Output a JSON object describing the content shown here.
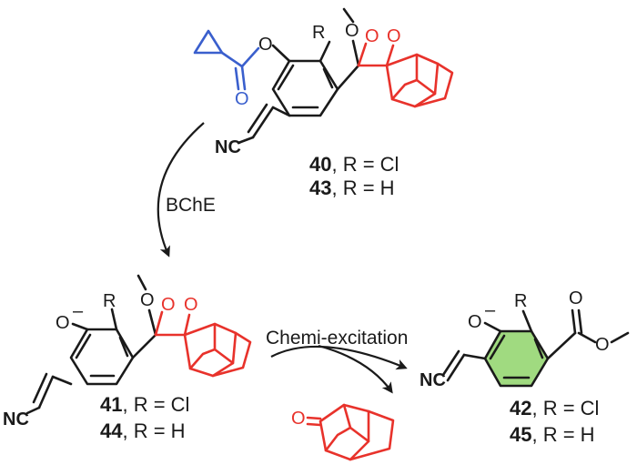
{
  "compounds": {
    "c40": {
      "number": "40",
      "rest": ", R = Cl"
    },
    "c43": {
      "number": "43",
      "rest": ", R = H"
    },
    "c41": {
      "number": "41",
      "rest": ", R = Cl"
    },
    "c44": {
      "number": "44",
      "rest": ", R = H"
    },
    "c42": {
      "number": "42",
      "rest": ", R = Cl"
    },
    "c45": {
      "number": "45",
      "rest": ", R = H"
    }
  },
  "reactions": {
    "enzyme": "BChE",
    "step2": "Chemi-excitation"
  },
  "atoms": {
    "R": "R",
    "O": "O",
    "NC": "NC",
    "minus": "–"
  },
  "colors": {
    "dioxetane": "#e8322b",
    "ester": "#3a5fcd",
    "emitter_ring": "#8fd36a",
    "bond": "#1a1a1a"
  }
}
